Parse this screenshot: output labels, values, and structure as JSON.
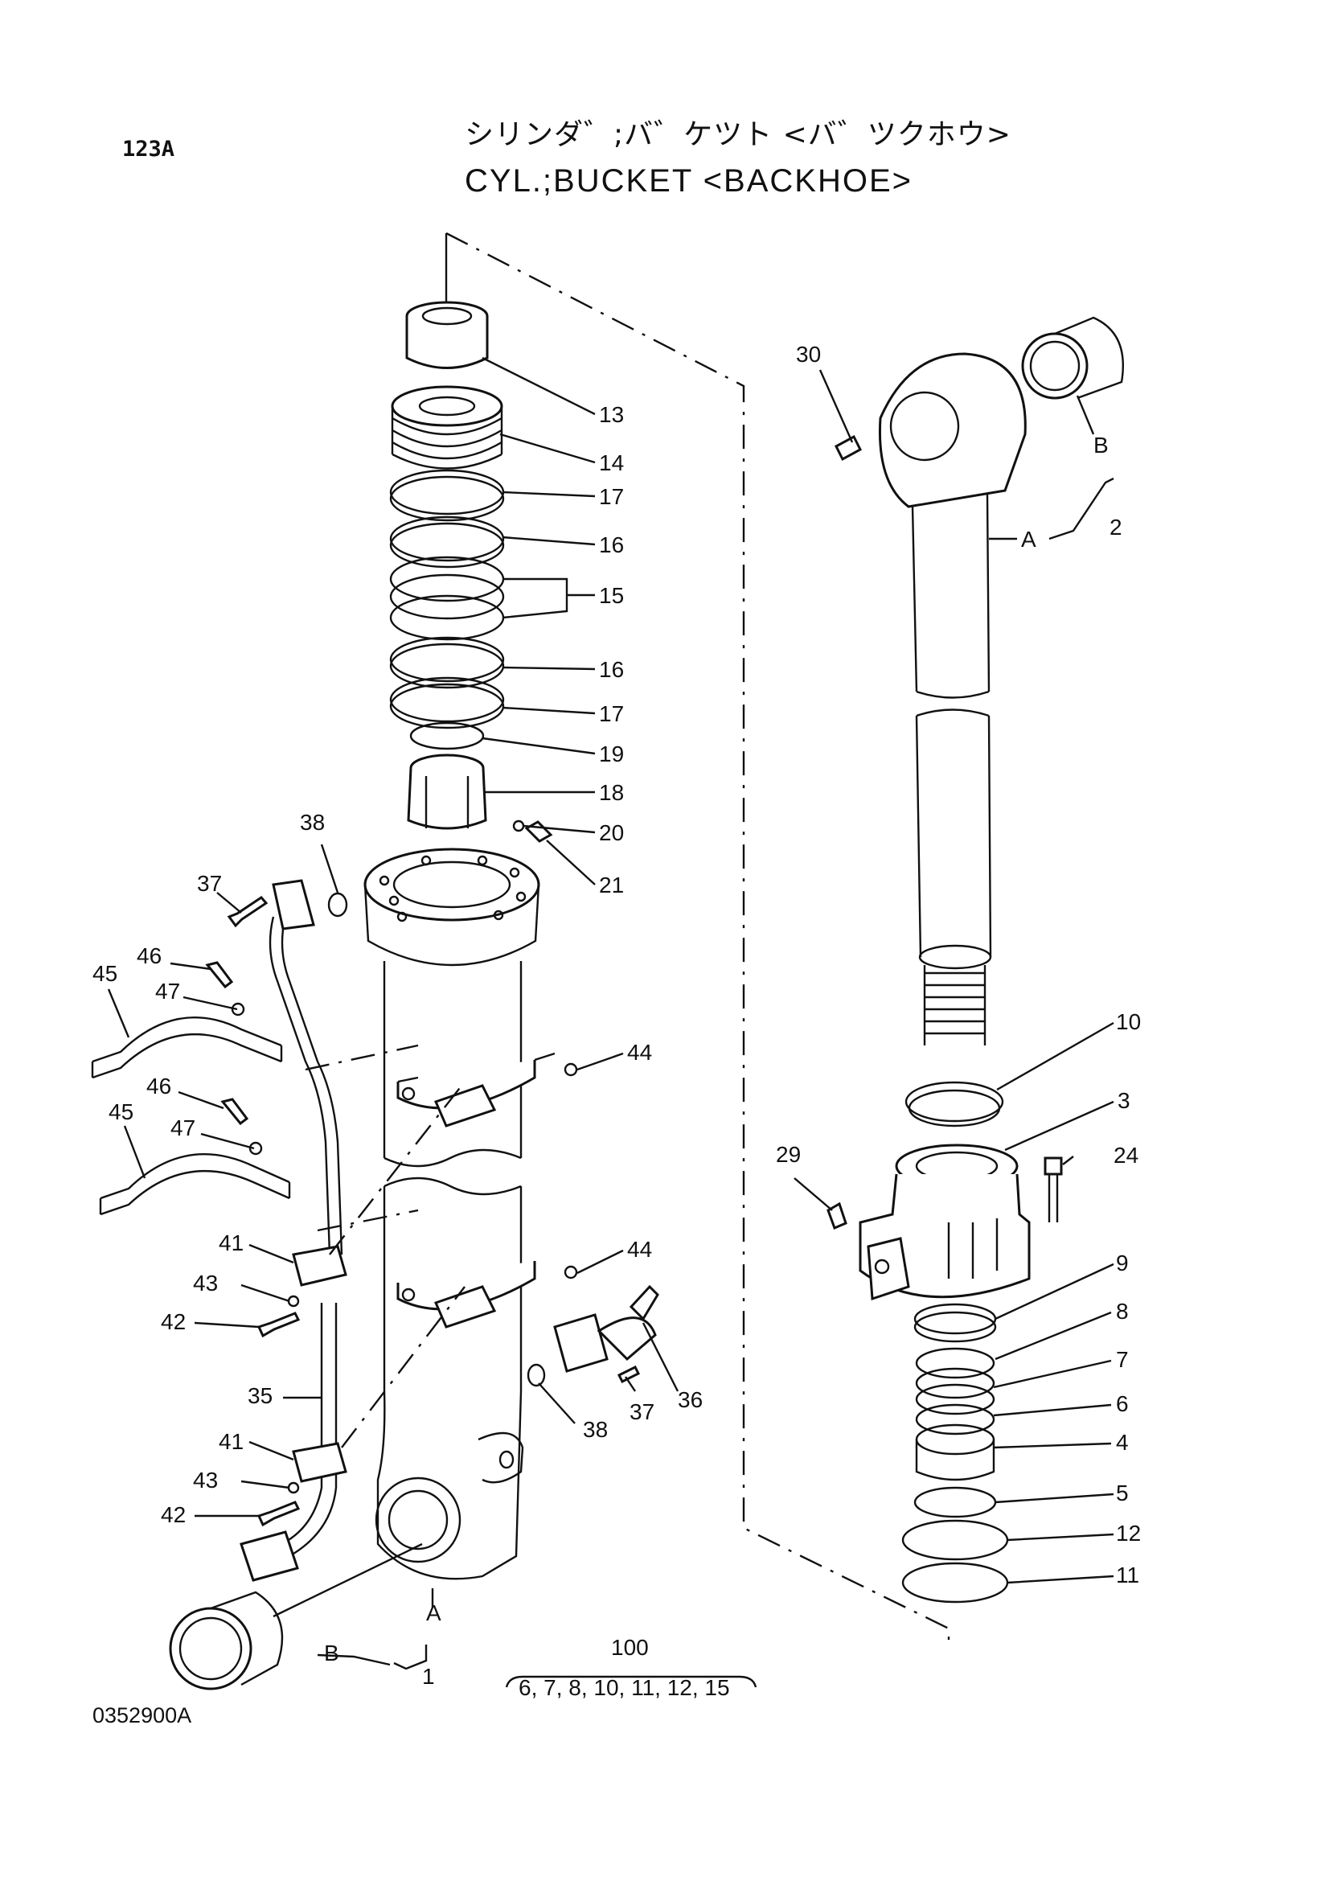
{
  "header": {
    "page_label": "123A",
    "title_jp": "シリンダ゛;バ゛ケツト <バ゛ツクホウ>",
    "title_en": "CYL.;BUCKET <BACKHOE>"
  },
  "footer": {
    "drawing_number": "0352900A"
  },
  "callouts": {
    "c1": "1",
    "c2": "2",
    "c3": "3",
    "c4": "4",
    "c5": "5",
    "c6": "6",
    "c7": "7",
    "c8": "8",
    "c9": "9",
    "c10": "10",
    "c11": "11",
    "c12": "12",
    "c13": "13",
    "c14": "14",
    "c15": "15",
    "c16a": "16",
    "c16b": "16",
    "c17a": "17",
    "c17b": "17",
    "c18": "18",
    "c19": "19",
    "c20": "20",
    "c21": "21",
    "c24": "24",
    "c29": "29",
    "c30": "30",
    "c35": "35",
    "c36": "36",
    "c37a": "37",
    "c37b": "37",
    "c38a": "38",
    "c38b": "38",
    "c41a": "41",
    "c41b": "41",
    "c42a": "42",
    "c42b": "42",
    "c43a": "43",
    "c43b": "43",
    "c44a": "44",
    "c44b": "44",
    "c45a": "45",
    "c45b": "45",
    "c46a": "46",
    "c46b": "46",
    "c47a": "47",
    "c47b": "47",
    "A_left": "A",
    "B_left": "B",
    "A_right": "A",
    "B_right": "B",
    "c100": "100",
    "kit_contents": "6, 7, 8, 10, 11, 12, 15"
  }
}
